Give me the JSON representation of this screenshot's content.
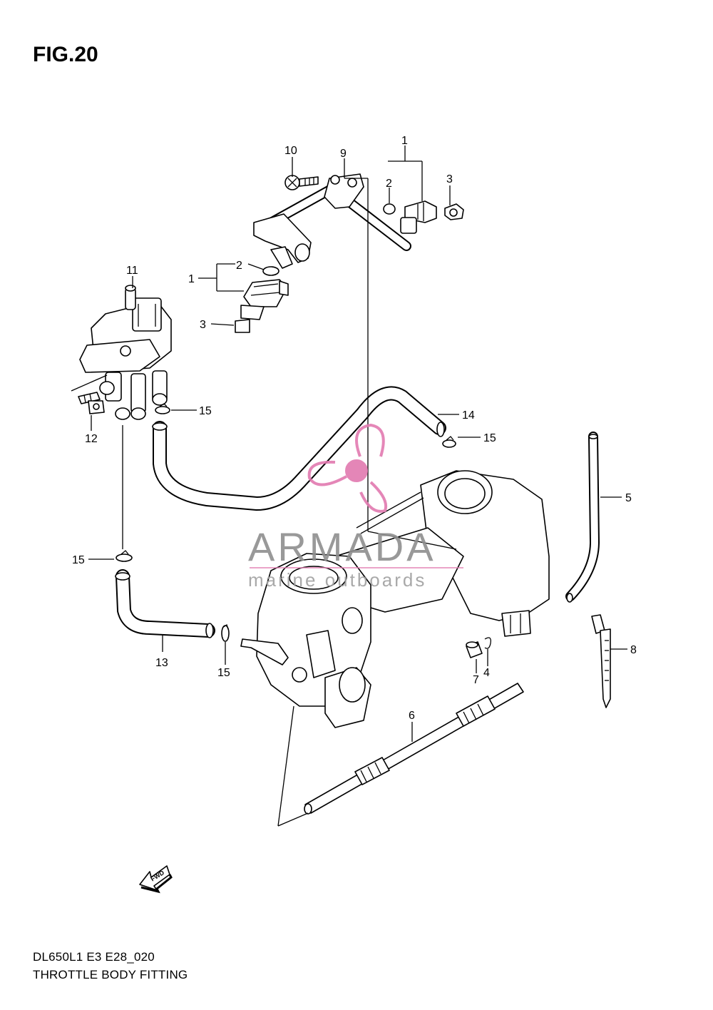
{
  "figure": {
    "title": "FIG.20",
    "model_code": "DL650L1 E3 E28_020",
    "caption": "THROTTLE BODY FITTING"
  },
  "callouts": [
    {
      "id": "c10",
      "label": "10"
    },
    {
      "id": "c9",
      "label": "9"
    },
    {
      "id": "c1a",
      "label": "1"
    },
    {
      "id": "c2a",
      "label": "2"
    },
    {
      "id": "c3a",
      "label": "3"
    },
    {
      "id": "c11",
      "label": "11"
    },
    {
      "id": "c2b",
      "label": "2"
    },
    {
      "id": "c1b",
      "label": "1"
    },
    {
      "id": "c3b",
      "label": "3"
    },
    {
      "id": "c15a",
      "label": "15"
    },
    {
      "id": "c14",
      "label": "14"
    },
    {
      "id": "c15b",
      "label": "15"
    },
    {
      "id": "c12",
      "label": "12"
    },
    {
      "id": "c5",
      "label": "5"
    },
    {
      "id": "c15c",
      "label": "15"
    },
    {
      "id": "c8",
      "label": "8"
    },
    {
      "id": "c13",
      "label": "13"
    },
    {
      "id": "c15d",
      "label": "15"
    },
    {
      "id": "c7",
      "label": "7"
    },
    {
      "id": "c4",
      "label": "4"
    },
    {
      "id": "c6",
      "label": "6"
    }
  ],
  "fwd_arrow": {
    "label": "FWD"
  },
  "watermark": {
    "brand": "ARMADA",
    "tagline": "marine outboards",
    "color": "#e27ab0"
  }
}
